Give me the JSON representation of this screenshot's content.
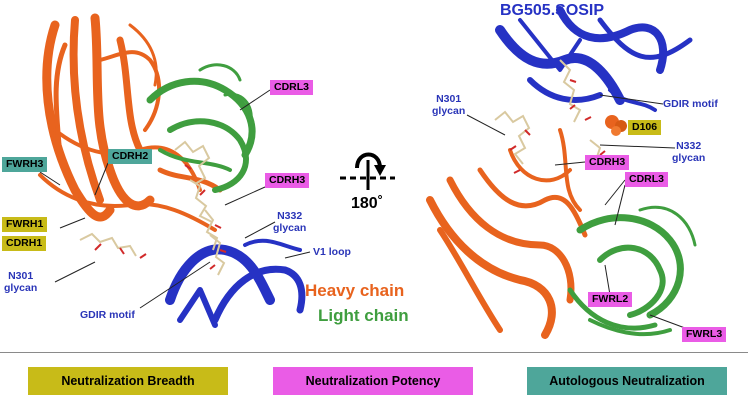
{
  "structure_title": "BG505.SOSIP",
  "rotation_label": "180˚",
  "chain_labels": {
    "heavy": "Heavy chain",
    "light": "Light chain"
  },
  "left_panel": {
    "region_labels": {
      "cdrl3": "CDRL3",
      "cdrh2": "CDRH2",
      "fwrh3": "FWRH3",
      "cdrh3": "CDRH3",
      "fwrh1": "FWRH1",
      "cdrh1": "CDRH1"
    },
    "annotations": {
      "n332_glycan": "N332\nglycan",
      "v1_loop": "V1 loop",
      "n301_glycan": "N301\nglycan",
      "gdir_motif": "GDIR motif"
    }
  },
  "right_panel": {
    "region_labels": {
      "d106": "D106",
      "cdrh3": "CDRH3",
      "cdrl3": "CDRL3",
      "fwrl2": "FWRL2",
      "fwrl3": "FWRL3"
    },
    "annotations": {
      "n301_glycan": "N301\nglycan",
      "gdir_motif": "GDIR motif",
      "n332_glycan": "N332\nglycan"
    }
  },
  "legend": {
    "breadth": "Neutralization Breadth",
    "potency": "Neutralization Potency",
    "autologous": "Autologous Neutralization"
  },
  "colors": {
    "breadth": "#c8bb18",
    "potency": "#ea5ce6",
    "autologous": "#4ea69a",
    "heavy_chain": "#e8631e",
    "light_chain": "#3f9e3f",
    "env": "#2632c4",
    "annotation_text": "#2a35b8"
  }
}
